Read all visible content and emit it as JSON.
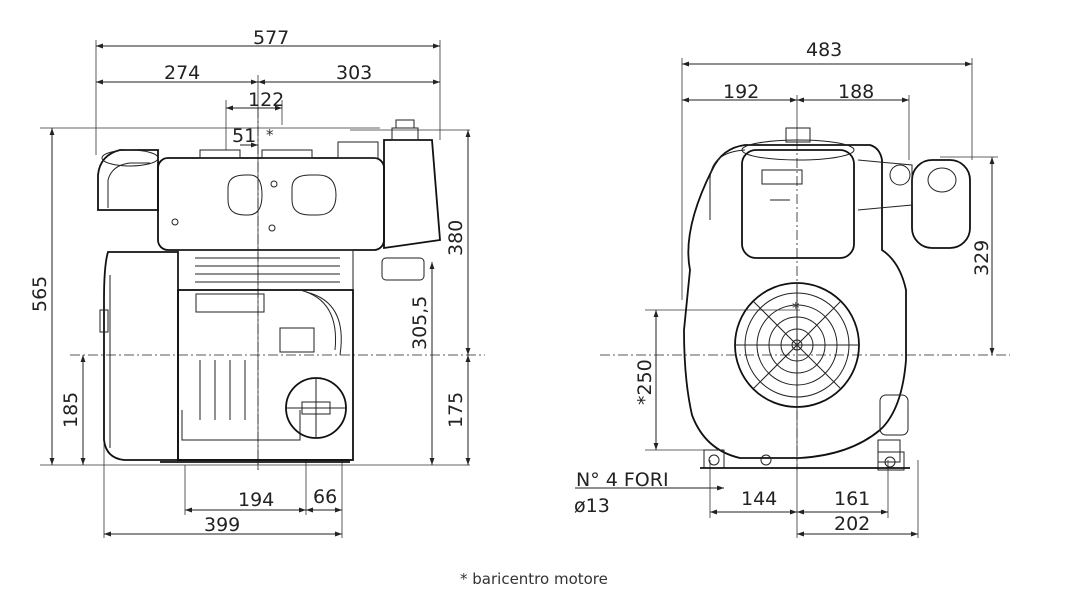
{
  "side_view": {
    "dims": {
      "overall_width": "577",
      "left_to_crank": "274",
      "crank_to_right": "303",
      "offset_122": "122",
      "offset_51": "51",
      "total_height": "565",
      "height_380": "380",
      "height_305_5": "305,5",
      "height_175": "175",
      "height_185": "185",
      "base_194": "194",
      "base_66": "66",
      "base_399": "399"
    }
  },
  "front_view": {
    "dims": {
      "overall_width": "483",
      "left_192": "192",
      "right_188": "188",
      "height_329": "329",
      "height_250": "*250",
      "base_144": "144",
      "base_161": "161",
      "base_202": "202"
    },
    "holes_label": "N° 4 FORI",
    "holes_diameter": "ø13"
  },
  "footnote": "* baricentro motore"
}
